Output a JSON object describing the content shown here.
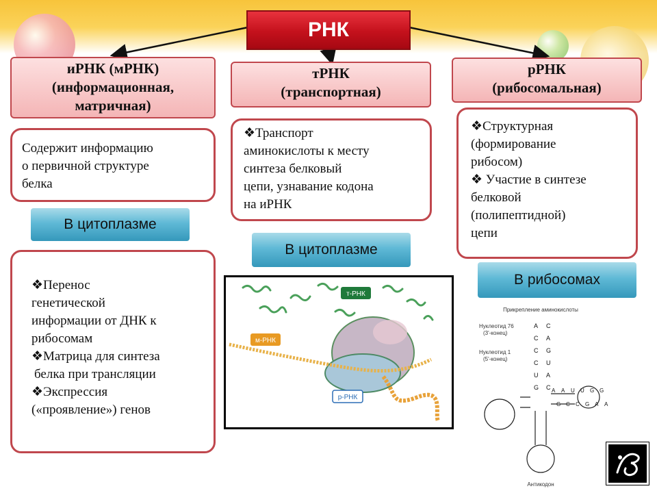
{
  "title": "РНК",
  "types": {
    "irna": {
      "heading": [
        "иРНК (мРНК)",
        "(информационная,",
        "матричная)"
      ],
      "description": [
        "Содержит информацию",
        "о первичной структуре",
        "белка"
      ],
      "location": "В цитоплазме",
      "functions": [
        [
          "❖Перенос",
          "генетической",
          "информации от ДНК к",
          "рибосомам"
        ],
        [
          "❖Матрица для синтеза",
          "белка при трансляции"
        ],
        [
          "❖Экспрессия",
          "(«проявление») генов"
        ]
      ]
    },
    "trna": {
      "heading": [
        "тРНК",
        "(транспортная)"
      ],
      "description": [
        "❖Транспорт",
        "аминокислоты к месту",
        "синтеза белковый",
        "цепи, узнавание кодона",
        "на иРНК"
      ],
      "location": "В цитоплазме"
    },
    "rrna": {
      "heading": [
        "рРНК",
        "(рибосомальная)"
      ],
      "description": [
        "❖Структурная",
        "(формирование",
        "рибосом)",
        "❖ Участие в синтезе",
        "белковой",
        "(полипептидной)",
        "цепи"
      ],
      "location": "В рибосомах"
    }
  },
  "ribosome_figure": {
    "labels": {
      "trna": "т-РНК",
      "mrna": "м-РНК",
      "rrna": "р-РНК"
    }
  },
  "trna_figure": {
    "top_label": "Прикрепление аминокислоты",
    "nucleotide_76": "Нуклеотид 76",
    "end_3": "(3'-конец)",
    "nucleotide_1": "Нуклеотид 1",
    "end_5": "(5'-конец)",
    "anticodon": "Антикодон",
    "bases": [
      "A",
      "C",
      "C",
      "A",
      "C",
      "G",
      "C",
      "U",
      "U",
      "A",
      "G",
      "C",
      "A",
      "G",
      "A",
      "C",
      "U",
      "C",
      "U",
      "G",
      "G",
      "A",
      "G",
      "A"
    ]
  },
  "colors": {
    "title_red": "#c4111c",
    "heading_pink": "#f4b5b6",
    "border_red": "#c0474d",
    "location_blue": "#3598bb",
    "label_green": "#1f7a3a",
    "label_orange": "#e89a23",
    "label_blue": "#2b6db5"
  },
  "icons": [
    "diamond-bullet-icon",
    "arrow-icon",
    "logo-icon"
  ]
}
